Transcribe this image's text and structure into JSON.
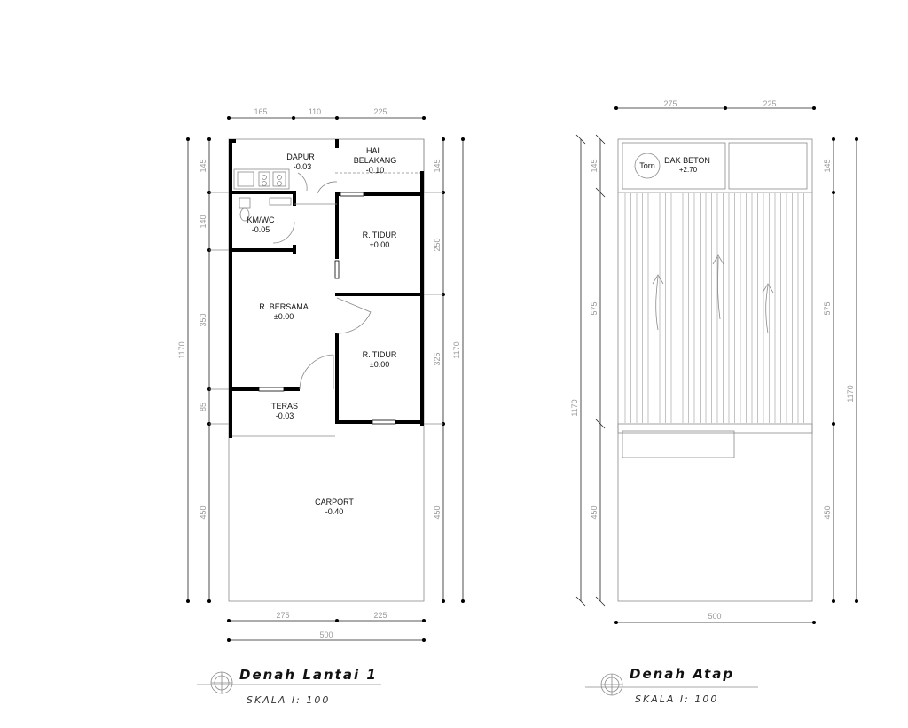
{
  "floor_plan": {
    "title": "Denah Lantai 1",
    "scale": "SKALA I: 100",
    "top_dims": [
      "165",
      "110",
      "225"
    ],
    "bottom_dims": [
      "275",
      "225"
    ],
    "total_width": "500",
    "left_dims": [
      "145",
      "140",
      "350",
      "85",
      "450"
    ],
    "left_total": "1170",
    "right_dims": [
      "145",
      "250",
      "325",
      "450"
    ],
    "right_total": "1170",
    "rooms": {
      "dapur": {
        "name": "DAPUR",
        "level": "-0.03"
      },
      "hal_belakang": {
        "name1": "HAL.",
        "name2": "BELAKANG",
        "level": "-0.10"
      },
      "kmwc": {
        "name": "KM/WC",
        "level": "-0.05"
      },
      "tidur1": {
        "name": "R. TIDUR",
        "level": "±0.00"
      },
      "bersama": {
        "name": "R. BERSAMA",
        "level": "±0.00"
      },
      "tidur2": {
        "name": "R. TIDUR",
        "level": "±0.00"
      },
      "teras": {
        "name": "TERAS",
        "level": "-0.03"
      },
      "carport": {
        "name": "CARPORT",
        "level": "-0.40"
      }
    }
  },
  "roof_plan": {
    "title": "Denah Atap",
    "scale": "SKALA I: 100",
    "top_dims": [
      "275",
      "225"
    ],
    "bottom_dim": "500",
    "left_dims": [
      "145",
      "575",
      "450"
    ],
    "left_total": "1170",
    "right_dims": [
      "145",
      "575",
      "450"
    ],
    "right_total": "1170",
    "dak_label": "DAK BETON",
    "dak_level": "+2.70",
    "torn_label": "Torn"
  }
}
